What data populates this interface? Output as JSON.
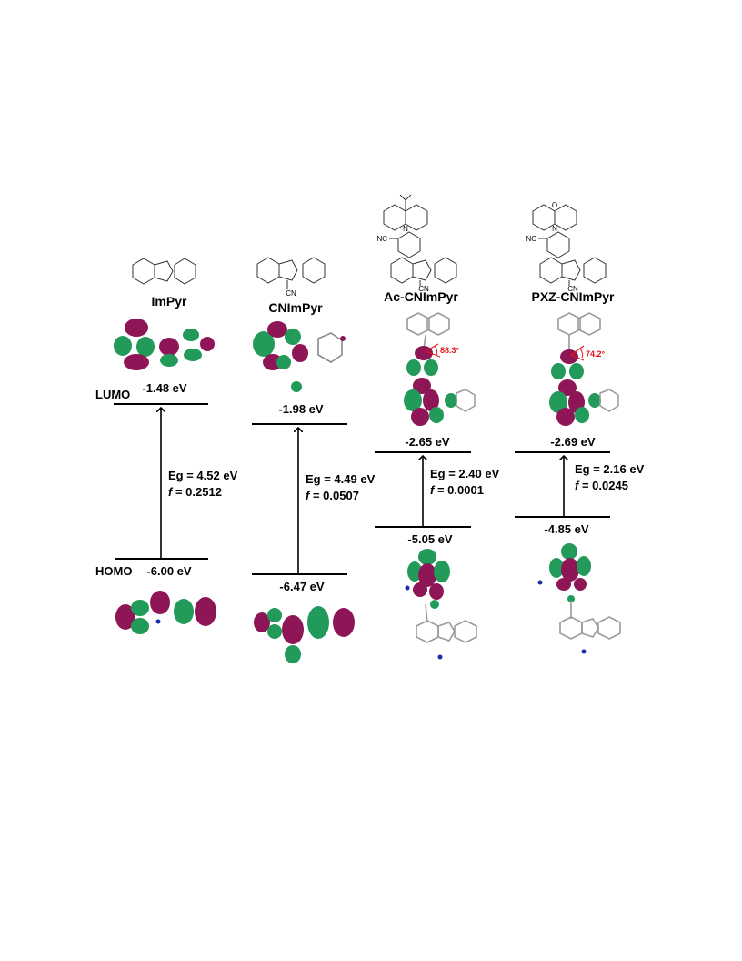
{
  "labels": {
    "lumo": "LUMO",
    "homo": "HOMO"
  },
  "colors": {
    "lobe_purple": "#8e1656",
    "lobe_green": "#229a5a",
    "arrow": "#000000",
    "angle": "#e8141b"
  },
  "compounds": [
    {
      "name": "ImPyr",
      "lumo": "-1.48 eV",
      "homo": "-6.00 eV",
      "eg": "Eg = 4.52 eV",
      "f_label": "f",
      "f_value": " = 0.2512"
    },
    {
      "name": "CNImPyr",
      "lumo": "-1.98 eV",
      "homo": "-6.47 eV",
      "eg": "Eg = 4.49 eV",
      "f_label": "f",
      "f_value": " = 0.0507",
      "cn": "CN"
    },
    {
      "name": "Ac-CNImPyr",
      "lumo": "-2.65 eV",
      "homo": "-5.05 eV",
      "eg": "Eg = 2.40 eV",
      "f_label": "f",
      "f_value": " = 0.0001",
      "cn_top": "NC",
      "cn": "CN",
      "n_atom": "N",
      "angle": "88.3°"
    },
    {
      "name": "PXZ-CNImPyr",
      "lumo": "-2.69 eV",
      "homo": "-4.85 eV",
      "eg": "Eg = 2.16 eV",
      "f_label": "f",
      "f_value": " = 0.0245",
      "cn_top": "NC",
      "cn": "CN",
      "n_atom": "N",
      "o_atom": "O",
      "angle": "74.2°"
    }
  ]
}
